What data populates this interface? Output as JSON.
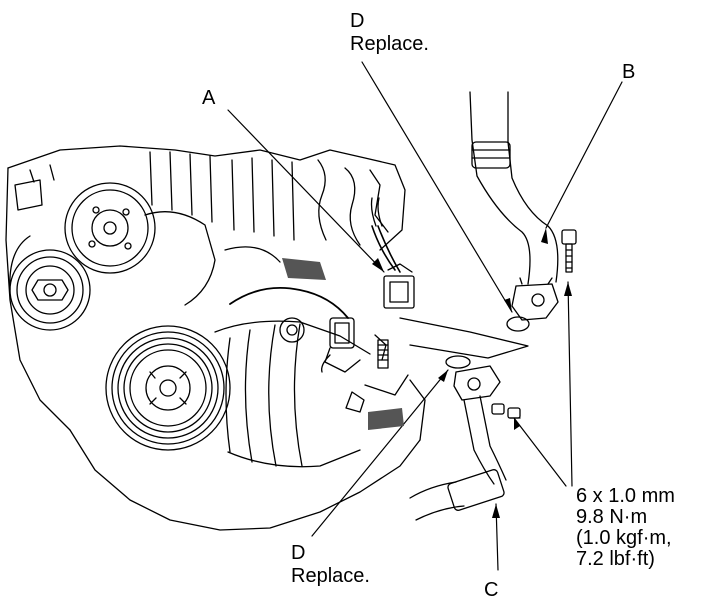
{
  "callouts": {
    "a": {
      "letter": "A"
    },
    "b": {
      "letter": "B"
    },
    "c": {
      "letter": "C"
    },
    "d_top": {
      "letter": "D",
      "note": "Replace."
    },
    "d_bottom": {
      "letter": "D",
      "note": "Replace."
    }
  },
  "torque_spec": {
    "size": "6 x 1.0 mm",
    "torque_nm": "9.8 N·m",
    "torque_kgf": "(1.0 kgf·m,",
    "torque_lbf": "7.2 lbf·ft)"
  },
  "colors": {
    "line": "#000000",
    "background": "#ffffff",
    "label_pad": "#555555"
  }
}
